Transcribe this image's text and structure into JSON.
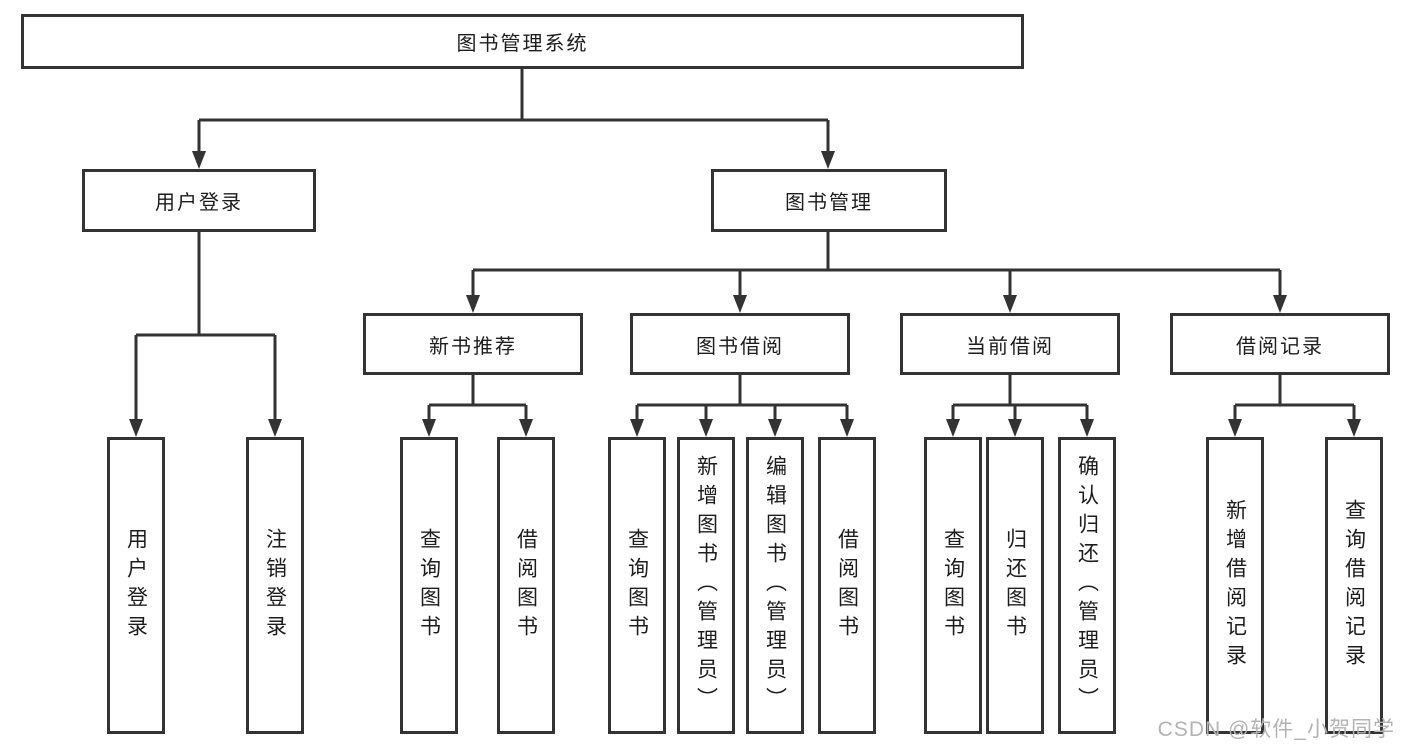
{
  "diagram": {
    "root": "图书管理系统",
    "level2": [
      "用户登录",
      "图书管理"
    ],
    "level3": [
      "新书推荐",
      "图书借阅",
      "当前借阅",
      "借阅记录"
    ],
    "leaves": {
      "user_login": [
        "用户登录",
        "注销登录"
      ],
      "new_book_recommend": [
        "查询图书",
        "借阅图书"
      ],
      "book_borrow": [
        "查询图书",
        "新增图书（管理员）",
        "编辑图书（管理员）",
        "借阅图书"
      ],
      "current_borrow": [
        "查询图书",
        "归还图书",
        "确认归还（管理员）"
      ],
      "borrow_records": [
        "新增借阅记录",
        "查询借阅记录"
      ]
    }
  },
  "watermark": "CSDN @软件_小贺同学",
  "colors": {
    "line": "#333333",
    "text": "#1d1d1d",
    "watermark": "#b3b3b3",
    "background": "#ffffff"
  }
}
